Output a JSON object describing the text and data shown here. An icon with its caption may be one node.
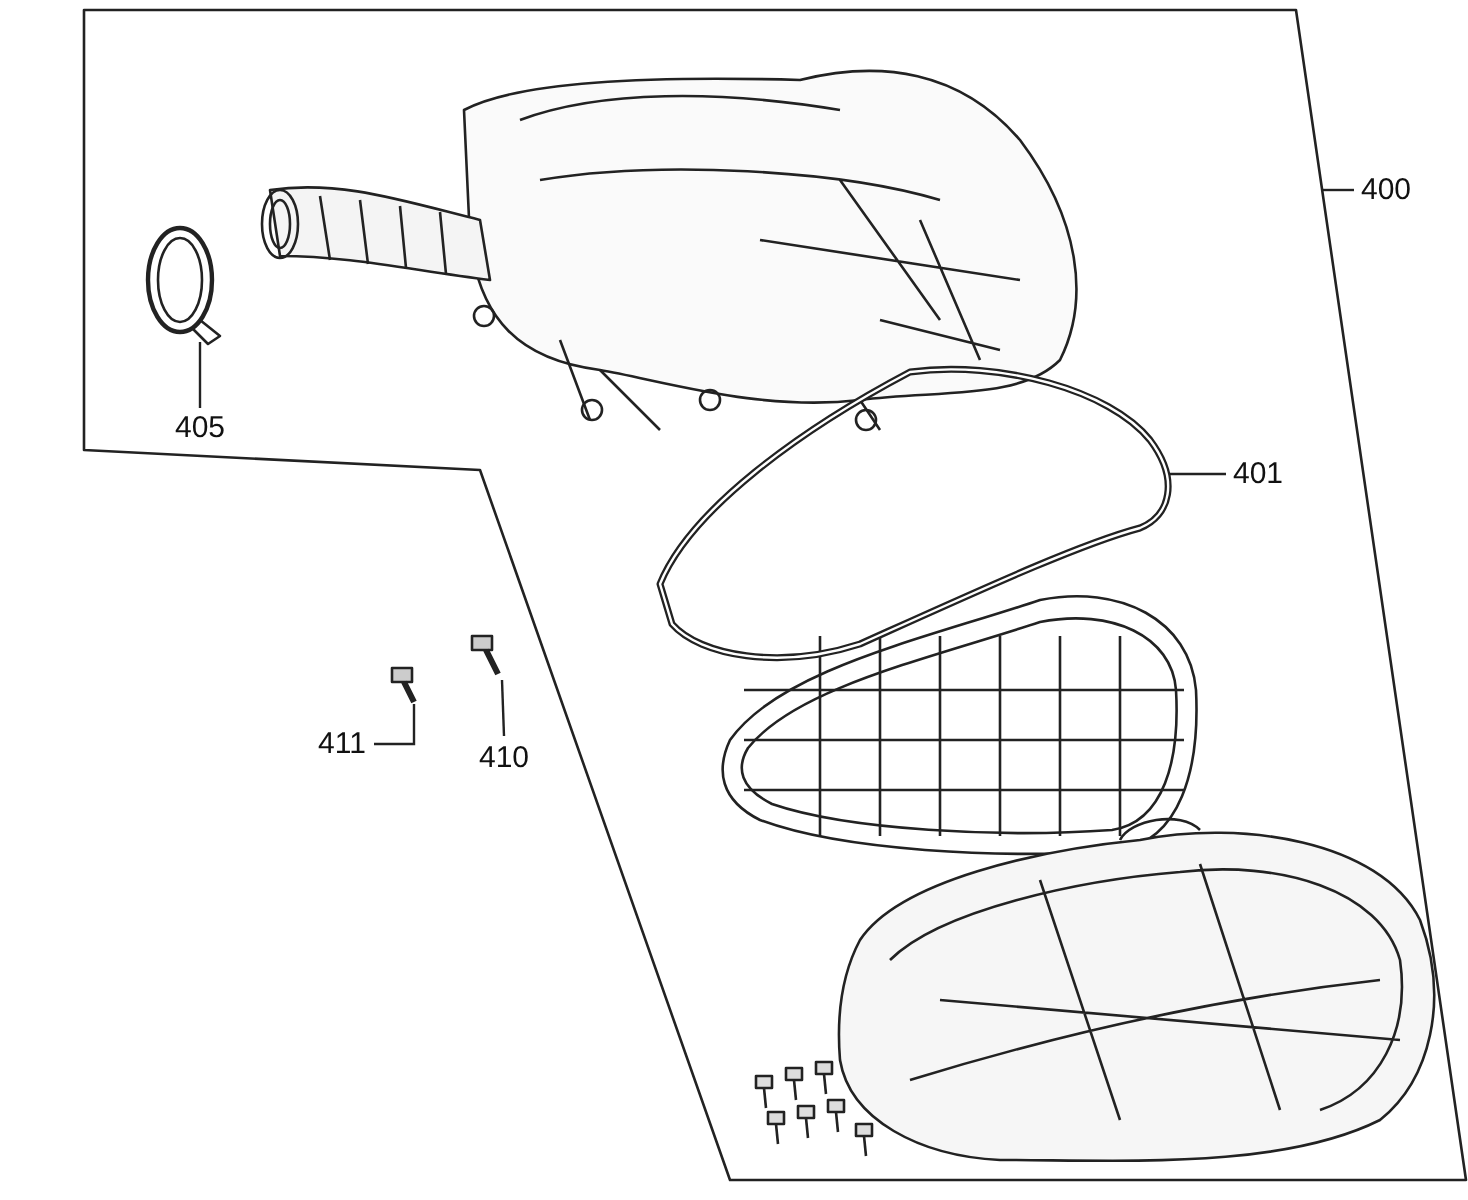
{
  "diagram": {
    "nodes": [
      {
        "text": [],
        "shape": "box"
      },
      {
        "text": [
          "400"
        ]
      },
      {
        "text": [
          "405"
        ],
        "in": 0
      },
      {
        "text": [],
        "shape": "picture",
        "in": 0
      },
      {
        "text": [
          "401"
        ],
        "in": 0
      },
      {
        "text": [],
        "shape": "picture",
        "in": 0
      },
      {
        "text": [
          "411"
        ]
      },
      {
        "text": [],
        "shape": "picture"
      },
      {
        "text": [
          "410"
        ]
      },
      {
        "text": [],
        "shape": "picture"
      }
    ],
    "edges": [
      {
        "from": 2,
        "to": 3,
        "arrow": "none"
      },
      {
        "from": 1,
        "to": 0,
        "arrow": "none"
      },
      {
        "from": 4,
        "to": 5,
        "arrow": "none"
      },
      {
        "from": 6,
        "to": 7,
        "arrow": "none"
      },
      {
        "from": 8,
        "to": 9,
        "arrow": "none"
      }
    ]
  }
}
